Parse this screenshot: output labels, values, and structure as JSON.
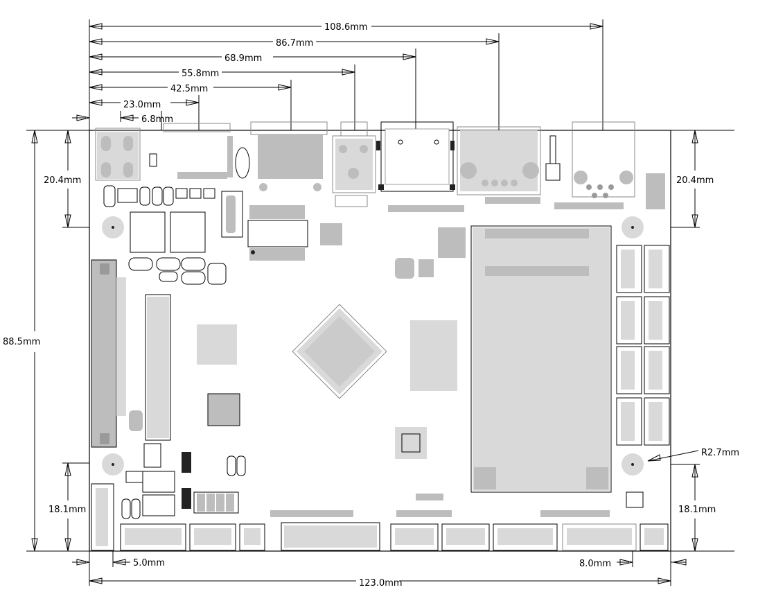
{
  "dimensions": {
    "top_108_6": "108.6mm",
    "top_86_7": "86.7mm",
    "top_68_9": "68.9mm",
    "top_55_8": "55.8mm",
    "top_42_5": "42.5mm",
    "top_23_0": "23.0mm",
    "top_6_8": "6.8mm",
    "left_88_5": "88.5mm",
    "left_20_4": "20.4mm",
    "left_18_1": "18.1mm",
    "right_20_4": "20.4mm",
    "right_18_1": "18.1mm",
    "bottom_5_0": "5.0mm",
    "bottom_8_0": "8.0mm",
    "bottom_123_0": "123.0mm",
    "radius": "R2.7mm"
  }
}
